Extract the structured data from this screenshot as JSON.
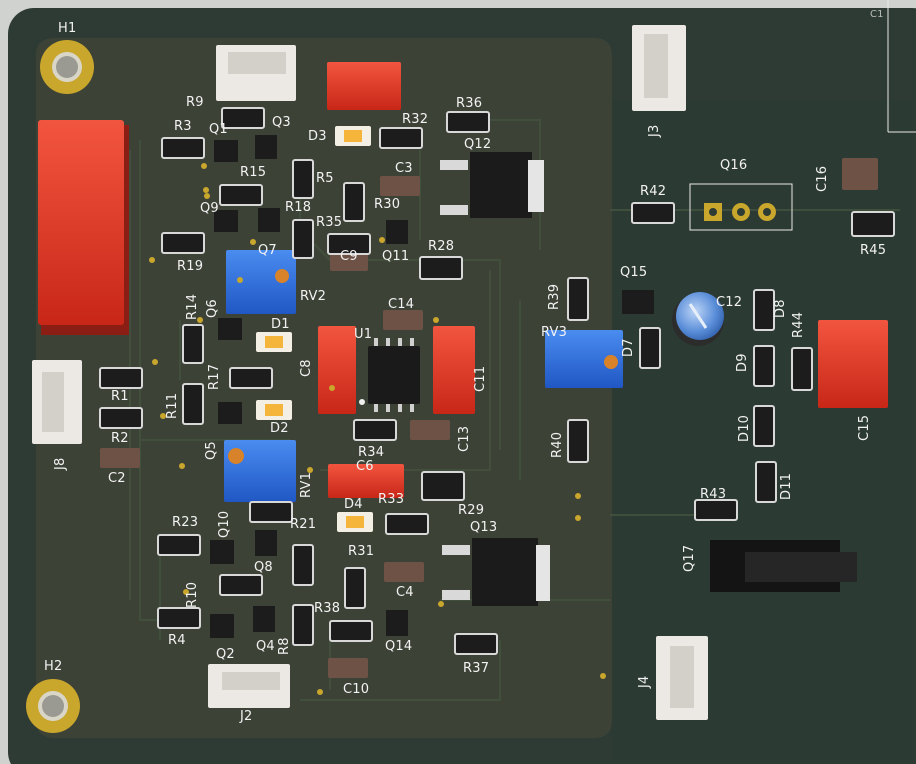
{
  "board": {
    "mounting_holes": [
      {
        "ref": "H1",
        "label": "H1"
      },
      {
        "ref": "H2",
        "label": "H2"
      }
    ],
    "silkscreen_labels": [
      {
        "id": "R9",
        "text": "R9"
      },
      {
        "id": "R3",
        "text": "R3"
      },
      {
        "id": "Q1",
        "text": "Q1"
      },
      {
        "id": "Q3",
        "text": "Q3"
      },
      {
        "id": "R15",
        "text": "R15"
      },
      {
        "id": "R5",
        "text": "R5"
      },
      {
        "id": "Q9",
        "text": "Q9"
      },
      {
        "id": "R18",
        "text": "R18"
      },
      {
        "id": "R35",
        "text": "R35"
      },
      {
        "id": "R30",
        "text": "R30"
      },
      {
        "id": "R19",
        "text": "R19"
      },
      {
        "id": "Q7",
        "text": "Q7"
      },
      {
        "id": "C9",
        "text": "C9"
      },
      {
        "id": "Q11",
        "text": "Q11"
      },
      {
        "id": "R28",
        "text": "R28"
      },
      {
        "id": "RV2",
        "text": "RV2"
      },
      {
        "id": "D3",
        "text": "D3"
      },
      {
        "id": "R32",
        "text": "R32"
      },
      {
        "id": "R36",
        "text": "R36"
      },
      {
        "id": "C3",
        "text": "C3"
      },
      {
        "id": "Q12",
        "text": "Q12"
      },
      {
        "id": "R14",
        "text": "R14"
      },
      {
        "id": "Q6",
        "text": "Q6"
      },
      {
        "id": "D1",
        "text": "D1"
      },
      {
        "id": "C14",
        "text": "C14"
      },
      {
        "id": "U1",
        "text": "U1"
      },
      {
        "id": "C8",
        "text": "C8"
      },
      {
        "id": "C11",
        "text": "C11"
      },
      {
        "id": "R17",
        "text": "R17"
      },
      {
        "id": "R1",
        "text": "R1"
      },
      {
        "id": "R11",
        "text": "R11"
      },
      {
        "id": "R2",
        "text": "R2"
      },
      {
        "id": "D2",
        "text": "D2"
      },
      {
        "id": "C2",
        "text": "C2"
      },
      {
        "id": "C13",
        "text": "C13"
      },
      {
        "id": "R34",
        "text": "R34"
      },
      {
        "id": "Q5",
        "text": "Q5"
      },
      {
        "id": "RV1",
        "text": "RV1"
      },
      {
        "id": "C6",
        "text": "C6"
      },
      {
        "id": "R33",
        "text": "R33"
      },
      {
        "id": "R29",
        "text": "R29"
      },
      {
        "id": "D4",
        "text": "D4"
      },
      {
        "id": "R23",
        "text": "R23"
      },
      {
        "id": "Q10",
        "text": "Q10"
      },
      {
        "id": "R21",
        "text": "R21"
      },
      {
        "id": "Q8",
        "text": "Q8"
      },
      {
        "id": "R31",
        "text": "R31"
      },
      {
        "id": "Q13",
        "text": "Q13"
      },
      {
        "id": "R10",
        "text": "R10"
      },
      {
        "id": "C4",
        "text": "C4"
      },
      {
        "id": "R38",
        "text": "R38"
      },
      {
        "id": "R4",
        "text": "R4"
      },
      {
        "id": "Q2",
        "text": "Q2"
      },
      {
        "id": "Q4",
        "text": "Q4"
      },
      {
        "id": "R8",
        "text": "R8"
      },
      {
        "id": "Q14",
        "text": "Q14"
      },
      {
        "id": "R37",
        "text": "R37"
      },
      {
        "id": "C10",
        "text": "C10"
      },
      {
        "id": "J2",
        "text": "J2"
      },
      {
        "id": "J8",
        "text": "J8"
      },
      {
        "id": "J3",
        "text": "J3"
      },
      {
        "id": "Q16",
        "text": "Q16"
      },
      {
        "id": "R42",
        "text": "R42"
      },
      {
        "id": "C16",
        "text": "C16"
      },
      {
        "id": "R45",
        "text": "R45"
      },
      {
        "id": "R39",
        "text": "R39"
      },
      {
        "id": "Q15",
        "text": "Q15"
      },
      {
        "id": "C12",
        "text": "C12"
      },
      {
        "id": "D8",
        "text": "D8"
      },
      {
        "id": "RV3",
        "text": "RV3"
      },
      {
        "id": "D7",
        "text": "D7"
      },
      {
        "id": "R44",
        "text": "R44"
      },
      {
        "id": "D9",
        "text": "D9"
      },
      {
        "id": "C15",
        "text": "C15"
      },
      {
        "id": "R40",
        "text": "R40"
      },
      {
        "id": "D10",
        "text": "D10"
      },
      {
        "id": "D11",
        "text": "D11"
      },
      {
        "id": "R43",
        "text": "R43"
      },
      {
        "id": "Q17",
        "text": "Q17"
      },
      {
        "id": "J4",
        "text": "J4"
      },
      {
        "id": "C1",
        "text": "C1"
      }
    ]
  },
  "colors": {
    "board": "#2f3b34",
    "board_inner": "#3e4438",
    "copper_trace": "#394740",
    "silkscreen": "#f2f2f2",
    "resistor": "#1c1c1c",
    "capacitor_ceramic": "#6f5246",
    "film_capacitor": "#e2382a",
    "trimpot": "#2c6fd8",
    "connector": "#ece9e4",
    "mosfet": "#1a1a1a",
    "pad_gold": "#c9a62c"
  },
  "icons": {
    "mounting_hole": "gold-ring-with-hole",
    "trimpot": "blue-box-with-gold-screw",
    "electrolytic": "blue-cylinder",
    "dpak": "black-dpak-package",
    "jst": "white-jst-connector"
  }
}
